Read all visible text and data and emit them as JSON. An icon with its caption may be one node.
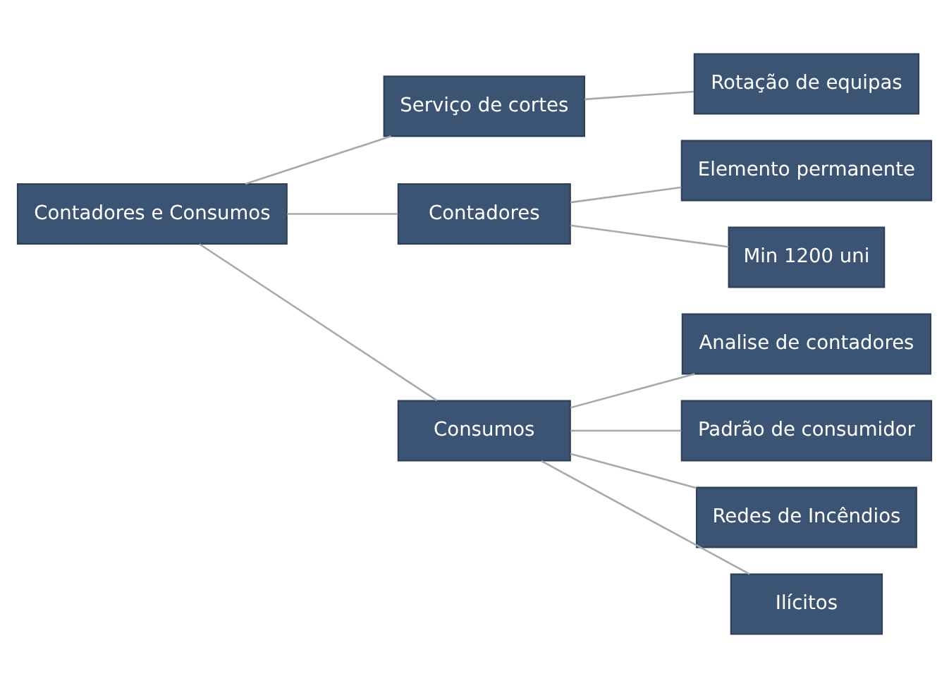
{
  "diagram": {
    "nodes": [
      {
        "text": [
          "Contadores e Consumos"
        ]
      },
      {
        "text": [
          "Serviço de cortes"
        ]
      },
      {
        "text": [
          "Rotação de equipas"
        ]
      },
      {
        "text": [
          "Contadores"
        ]
      },
      {
        "text": [
          "Elemento permanente"
        ]
      },
      {
        "text": [
          "Min 1200 uni"
        ]
      },
      {
        "text": [
          "Consumos"
        ]
      },
      {
        "text": [
          "Analise de contadores"
        ]
      },
      {
        "text": [
          "Padrão de consumidor"
        ]
      },
      {
        "text": [
          "Redes de Incêndios"
        ]
      },
      {
        "text": [
          "Ilícitos"
        ]
      }
    ],
    "edges": [
      {
        "from": 0,
        "to": 1,
        "arrow": "none"
      },
      {
        "from": 0,
        "to": 3,
        "arrow": "none"
      },
      {
        "from": 0,
        "to": 6,
        "arrow": "none"
      },
      {
        "from": 1,
        "to": 2,
        "arrow": "none"
      },
      {
        "from": 3,
        "to": 4,
        "arrow": "none"
      },
      {
        "from": 3,
        "to": 5,
        "arrow": "none"
      },
      {
        "from": 6,
        "to": 7,
        "arrow": "none"
      },
      {
        "from": 6,
        "to": 8,
        "arrow": "none"
      },
      {
        "from": 6,
        "to": 9,
        "arrow": "none"
      },
      {
        "from": 6,
        "to": 10,
        "arrow": "none"
      }
    ]
  }
}
